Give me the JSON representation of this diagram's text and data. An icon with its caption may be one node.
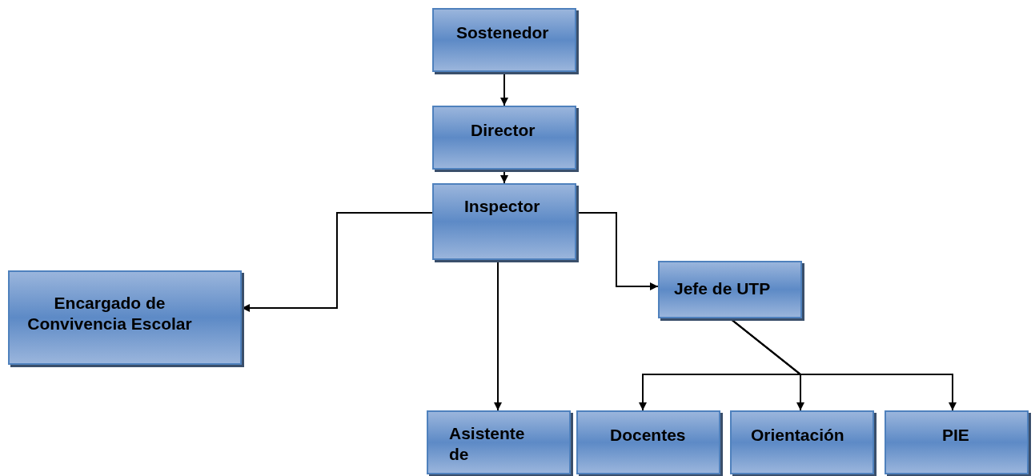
{
  "diagram": {
    "nodes": [
      {
        "text": [
          "Sostenedor"
        ]
      },
      {
        "text": [
          "Director"
        ]
      },
      {
        "text": [
          "Inspector"
        ]
      },
      {
        "text": [
          "Encargado de Convivencia Escolar"
        ]
      },
      {
        "text": [
          "Jefe de UTP"
        ]
      },
      {
        "text": [
          "Asistente de"
        ]
      },
      {
        "text": [
          "Docentes"
        ]
      },
      {
        "text": [
          "Orientación"
        ]
      },
      {
        "text": [
          "PIE"
        ]
      }
    ],
    "edges": [
      {
        "from": 0,
        "to": 1,
        "arrow": "to"
      },
      {
        "from": 1,
        "to": 2,
        "arrow": "to"
      },
      {
        "from": 2,
        "to": 3,
        "arrow": "to"
      },
      {
        "from": 2,
        "to": 4,
        "arrow": "to"
      },
      {
        "from": 2,
        "to": 5,
        "arrow": "to"
      },
      {
        "from": 4,
        "to": 6,
        "arrow": "to"
      },
      {
        "from": 4,
        "to": 7,
        "arrow": "to"
      },
      {
        "from": 4,
        "to": 8,
        "arrow": "to"
      }
    ]
  }
}
